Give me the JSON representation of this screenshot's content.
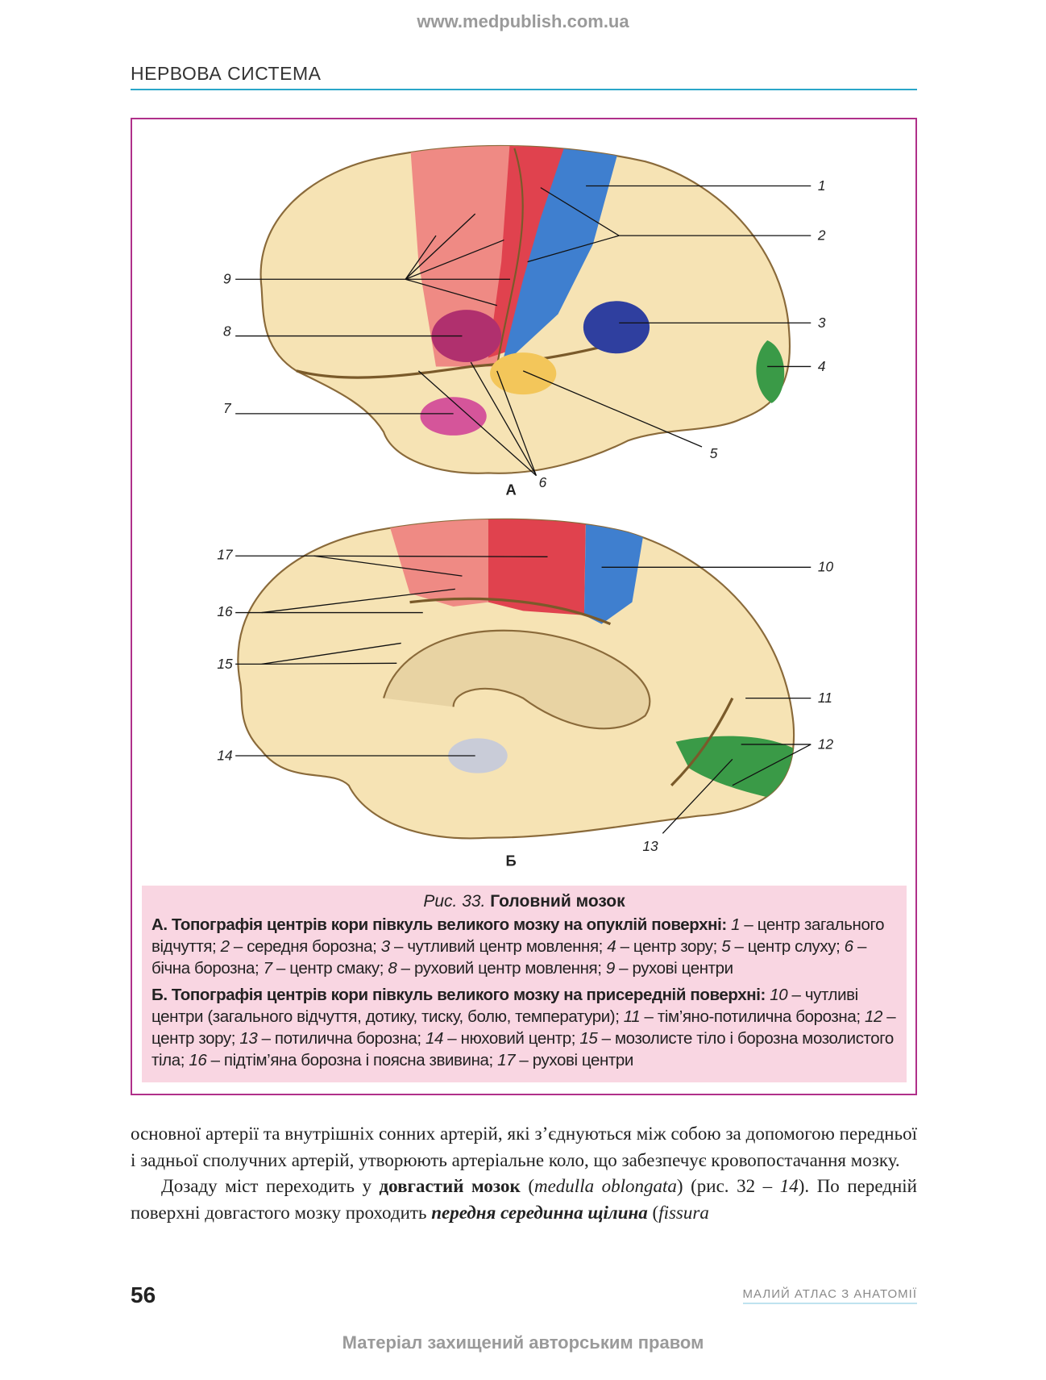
{
  "site_url": "www.medpublish.com.ua",
  "running_header": "НЕРВОВА СИСТЕМА",
  "figure": {
    "panel_a_label": "А",
    "panel_b_label": "Б",
    "labels_a": [
      "1",
      "2",
      "3",
      "4",
      "5",
      "6",
      "7",
      "8",
      "9"
    ],
    "labels_b": [
      "10",
      "11",
      "12",
      "13",
      "14",
      "15",
      "16",
      "17"
    ],
    "colors": {
      "motor": "#e0424e",
      "sensory": "#3f7fcf",
      "speech_sensory": "#2f3f9f",
      "vision": "#3a9a47",
      "hearing": "#f3c65a",
      "taste": "#d5559a",
      "motor_speech": "#b0306e",
      "smell": "#c9ccd8",
      "cortex": "#f6e3b4"
    }
  },
  "caption": {
    "fig_no": "Рис. 33.",
    "fig_title": "Головний мозок",
    "a_head": "А. Топографія центрів кори півкуль великого мозку на опуклій поверхні:",
    "a_items": [
      [
        "1",
        "центр загального відчуття"
      ],
      [
        "2",
        "середня борозна"
      ],
      [
        "3",
        "чутливий центр мовлення"
      ],
      [
        "4",
        "центр зору"
      ],
      [
        "5",
        "центр слуху"
      ],
      [
        "6",
        "бічна борозна"
      ],
      [
        "7",
        "центр смаку"
      ],
      [
        "8",
        "руховий центр мовлення"
      ],
      [
        "9",
        "рухові центри"
      ]
    ],
    "b_head": "Б. Топографія центрів кори півкуль великого мозку на присередній поверхні:",
    "b_items": [
      [
        "10",
        "чутливі центри (загального відчуття, дотику, тиску, болю, температури)"
      ],
      [
        "11",
        "тім’яно-потилична борозна"
      ],
      [
        "12",
        "центр зору"
      ],
      [
        "13",
        "потилична борозна"
      ],
      [
        "14",
        "нюховий центр"
      ],
      [
        "15",
        "мозолисте тіло і борозна мозолистого тіла"
      ],
      [
        "16",
        "підтім’яна борозна і поясна звивина"
      ],
      [
        "17",
        "рухові центри"
      ]
    ]
  },
  "body": {
    "p1": "основної артерії та внутрішніх сонних артерій, які з’єднуються між собою за допомогою передньої і задньої сполучних артерій, утворюють артеріальне коло, що забезпечує кровопостачання мозку.",
    "p2_a": "Дозаду міст переходить у ",
    "p2_b": "довгастий мозок",
    "p2_c": " (",
    "p2_d": "medulla oblongata",
    "p2_e": ") (рис. 32 – ",
    "p2_f": "14",
    "p2_g": "). По передній поверхні довгастого мозку проходить ",
    "p2_h": "передня серединна щілина",
    "p2_i": " (",
    "p2_j": "fissura"
  },
  "footer": {
    "page_number": "56",
    "book_title": "МАЛИЙ АТЛАС З АНАТОМІЇ",
    "copyright": "Матеріал захищений авторським правом"
  }
}
